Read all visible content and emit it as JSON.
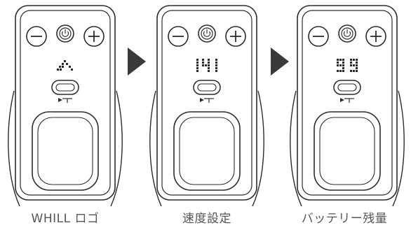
{
  "panels": [
    {
      "id": "logo",
      "caption": "WHILL ロゴ",
      "display_text": "",
      "display_content": "whill-logo-dots"
    },
    {
      "id": "speed",
      "caption": "速度設定",
      "display_text": "141",
      "display_content": "dot-matrix-digits"
    },
    {
      "id": "battery",
      "caption": "バッテリー残量",
      "display_text": "99",
      "display_content": "dot-matrix-digits"
    }
  ],
  "icons": {
    "minus": "minus-icon",
    "power": "power-icon",
    "plus": "plus-icon",
    "arrow": "play-arrow-icon"
  },
  "colors": {
    "line": "#2b2b2b",
    "arrow": "#3a3a3a",
    "caption": "#555555"
  }
}
